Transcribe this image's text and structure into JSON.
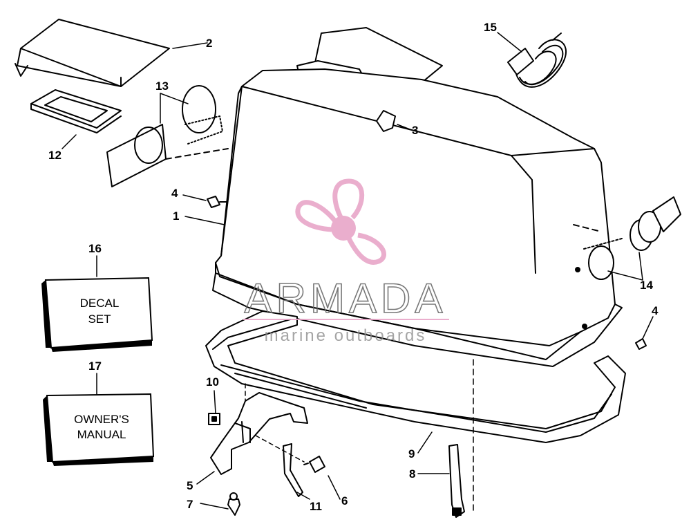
{
  "callouts": {
    "c1": "1",
    "c2": "2",
    "c3": "3",
    "c4a": "4",
    "c4b": "4",
    "c5": "5",
    "c6": "6",
    "c7": "7",
    "c8": "8",
    "c9": "9",
    "c10": "10",
    "c11": "11",
    "c12": "12",
    "c13": "13",
    "c14": "14",
    "c15": "15",
    "c16": "16",
    "c17": "17"
  },
  "boxes": {
    "decal": {
      "line1": "DECAL",
      "line2": "SET"
    },
    "manual": {
      "line1": "OWNER'S",
      "line2": "MANUAL"
    }
  },
  "watermark": {
    "brand": "ARMADA",
    "tagline": "marine outboards",
    "logo_color": "#e8a6c8"
  }
}
